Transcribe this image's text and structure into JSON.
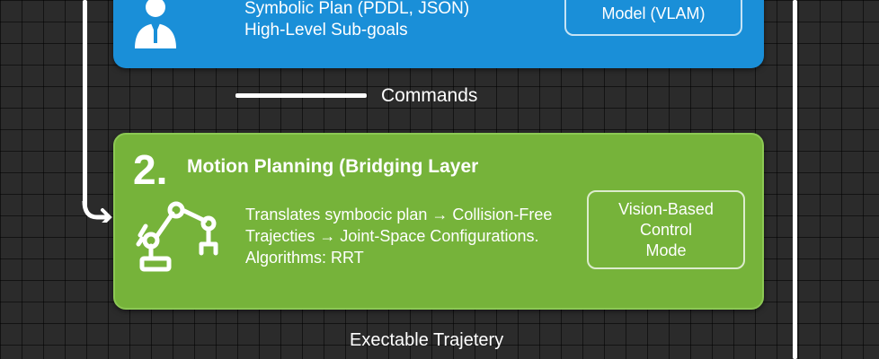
{
  "planning_card": {
    "lines": [
      "Symbolic Plan (PDDL, JSON)",
      "High-Level Sub-goals"
    ],
    "model_box": "Model (VLAM)",
    "icon": "person-icon",
    "color": "#1a8fd8"
  },
  "connector": {
    "label": "Commands"
  },
  "motion_card": {
    "number": "2.",
    "title": "Motion Planning (Bridging Layer",
    "description": [
      "Translates symbocic plan → Collision-Free",
      "Trajecties → Joint-Space Configurations.",
      "Algorithms: RRT"
    ],
    "mode_box": [
      "Vision-Based",
      "Control",
      "Mode"
    ],
    "icon": "robot-arm-icon",
    "color": "#76b33a"
  },
  "output": {
    "label": "Exectable Trajetery"
  }
}
